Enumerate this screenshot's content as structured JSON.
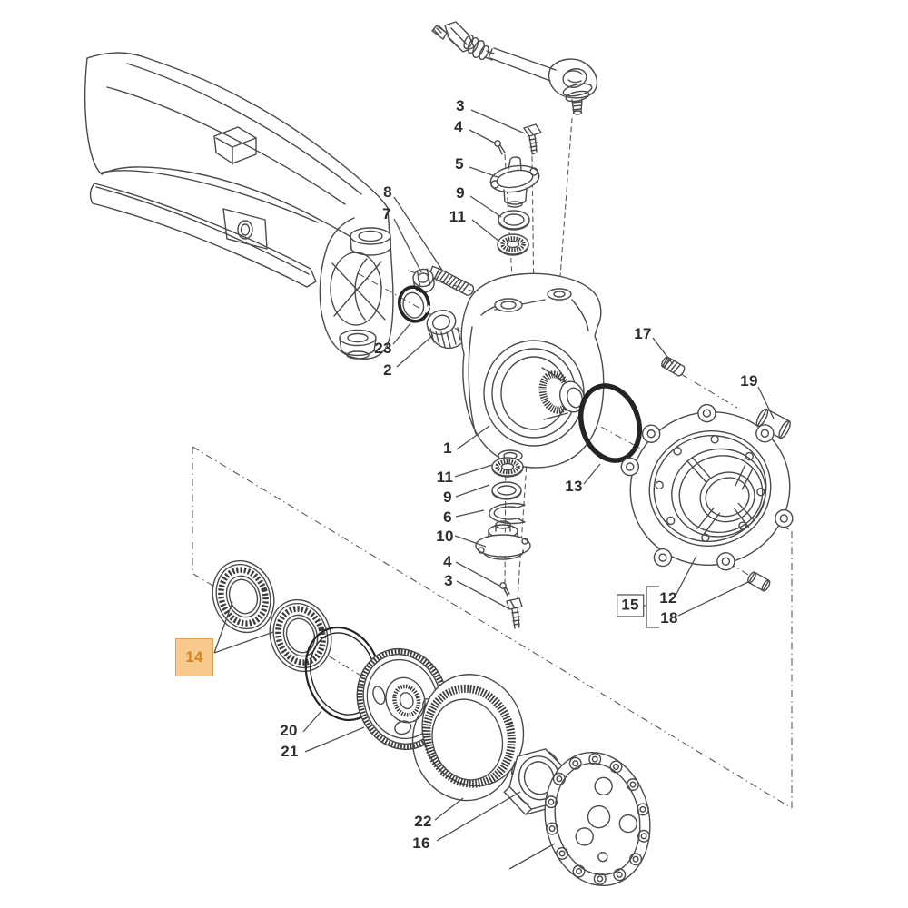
{
  "page": {
    "background": "#ffffff",
    "kind": "exploded-parts-diagram"
  },
  "diagram": {
    "description": "Front axle steering knuckle, king pin, swivel hub and planetary wheel-hub exploded view",
    "highlight": {
      "fill": "#F8C98C",
      "border": "#DFA050",
      "text": "#D4841F"
    },
    "line_color": "#4a4a4a",
    "callouts": {
      "k3": {
        "text": "3",
        "style": "plain"
      },
      "k4": {
        "text": "4",
        "style": "plain"
      },
      "k5": {
        "text": "5",
        "style": "plain"
      },
      "k9": {
        "text": "9",
        "style": "plain"
      },
      "k11": {
        "text": "11",
        "style": "plain"
      },
      "k8": {
        "text": "8",
        "style": "plain"
      },
      "k7": {
        "text": "7",
        "style": "plain"
      },
      "k23": {
        "text": "23",
        "style": "plain"
      },
      "k2": {
        "text": "2",
        "style": "plain"
      },
      "k1": {
        "text": "1",
        "style": "plain"
      },
      "k13": {
        "text": "13",
        "style": "plain"
      },
      "k17": {
        "text": "17",
        "style": "plain"
      },
      "k19": {
        "text": "19",
        "style": "plain"
      },
      "k12": {
        "text": "12",
        "style": "plain"
      },
      "k18": {
        "text": "18",
        "style": "plain"
      },
      "k15": {
        "text": "15",
        "style": "boxed"
      },
      "m11": {
        "text": "11",
        "style": "plain"
      },
      "m9": {
        "text": "9",
        "style": "plain"
      },
      "m6": {
        "text": "6",
        "style": "plain"
      },
      "m10": {
        "text": "10",
        "style": "plain"
      },
      "m4": {
        "text": "4",
        "style": "plain"
      },
      "m3": {
        "text": "3",
        "style": "plain"
      },
      "k14": {
        "text": "14",
        "style": "highlighted-box"
      },
      "k20": {
        "text": "20",
        "style": "plain"
      },
      "k21": {
        "text": "21",
        "style": "plain"
      },
      "k22": {
        "text": "22",
        "style": "plain"
      },
      "k16": {
        "text": "16",
        "style": "plain"
      }
    }
  }
}
